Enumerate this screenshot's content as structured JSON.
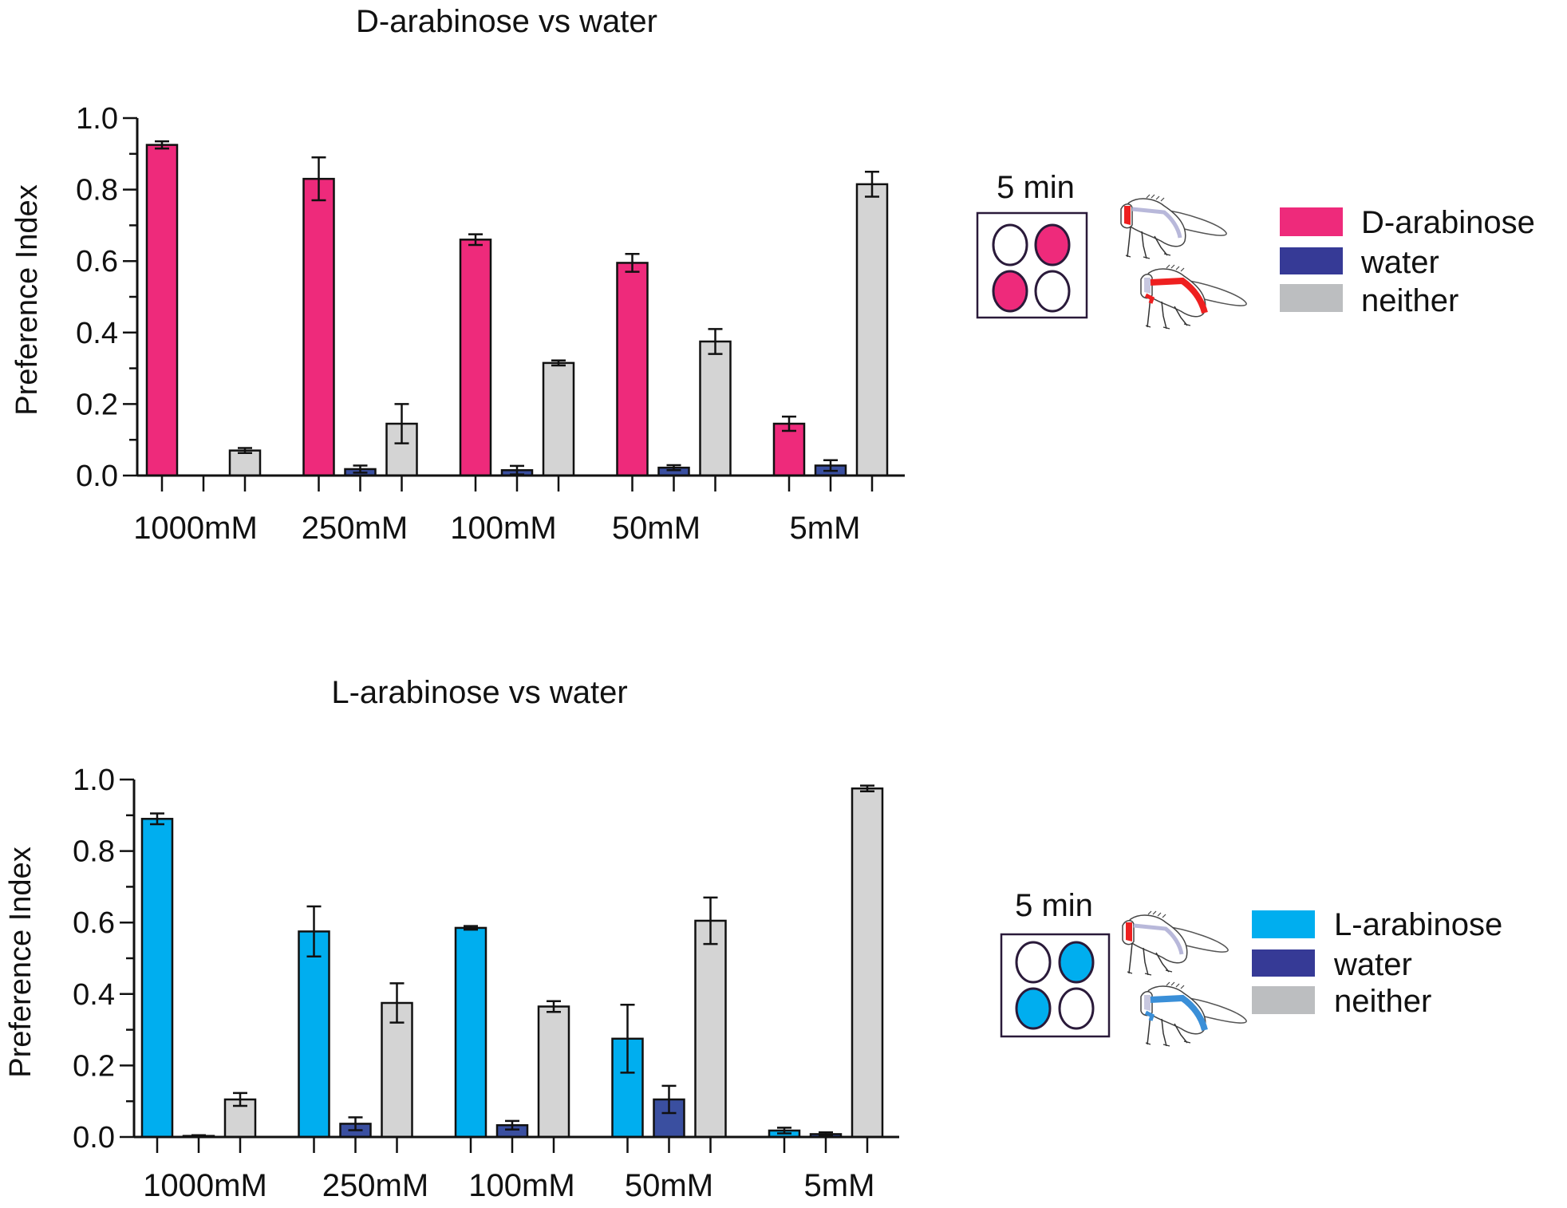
{
  "colors": {
    "d_arabinose": "#EE2A7B",
    "l_arabinose": "#00AEEF",
    "water_bar": "#3A4FA0",
    "water_legend": "#363A96",
    "neither_bar": "#D4D4D4",
    "neither_legend": "#BCBEC0",
    "fly_gut_top": "#EE2020",
    "fly_gut_bottom": "#3A8FD8"
  },
  "chart_data": [
    {
      "type": "bar",
      "title": "D-arabinose vs water",
      "xlabel": "",
      "ylabel": "Preference Index",
      "ylim": [
        0,
        1.0
      ],
      "yticks": [
        "0.0",
        "0.2",
        "0.4",
        "0.6",
        "0.8",
        "1.0"
      ],
      "categories": [
        "1000mM",
        "250mM",
        "100mM",
        "50mM",
        "5mM"
      ],
      "series": [
        {
          "name": "D-arabinose",
          "color_key": "d_arabinose",
          "values": [
            0.925,
            0.83,
            0.66,
            0.595,
            0.145
          ],
          "errors": [
            0.01,
            0.06,
            0.015,
            0.025,
            0.02
          ]
        },
        {
          "name": "water",
          "color_key": "water_bar",
          "values": [
            0,
            0.018,
            0.015,
            0.022,
            0.028
          ],
          "errors": [
            0,
            0.01,
            0.012,
            0.007,
            0.015
          ]
        },
        {
          "name": "neither",
          "color_key": "neither_bar",
          "values": [
            0.07,
            0.145,
            0.315,
            0.375,
            0.815
          ],
          "errors": [
            0.007,
            0.055,
            0.007,
            0.035,
            0.035
          ]
        }
      ],
      "legend": {
        "time_label": "5 min",
        "entries": [
          "D-arabinose",
          "water",
          "neither"
        ],
        "placement": "right"
      }
    },
    {
      "type": "bar",
      "title": "L-arabinose vs water",
      "xlabel": "",
      "ylabel": "Preference Index",
      "ylim": [
        0,
        1.0
      ],
      "yticks": [
        "0.0",
        "0.2",
        "0.4",
        "0.6",
        "0.8",
        "1.0"
      ],
      "categories": [
        "1000mM",
        "250mM",
        "100mM",
        "50mM",
        "5mM"
      ],
      "series": [
        {
          "name": "L-arabinose",
          "color_key": "l_arabinose",
          "values": [
            0.89,
            0.575,
            0.585,
            0.275,
            0.018
          ],
          "errors": [
            0.015,
            0.07,
            0.005,
            0.095,
            0.008
          ]
        },
        {
          "name": "water",
          "color_key": "water_bar",
          "values": [
            0.003,
            0.037,
            0.033,
            0.105,
            0.008
          ],
          "errors": [
            0.002,
            0.018,
            0.012,
            0.038,
            0.005
          ]
        },
        {
          "name": "neither",
          "color_key": "neither_bar",
          "values": [
            0.105,
            0.375,
            0.365,
            0.605,
            0.975
          ],
          "errors": [
            0.018,
            0.055,
            0.015,
            0.065,
            0.008
          ]
        }
      ],
      "legend": {
        "time_label": "5 min",
        "entries": [
          "L-arabinose",
          "water",
          "neither"
        ],
        "placement": "right"
      }
    }
  ]
}
